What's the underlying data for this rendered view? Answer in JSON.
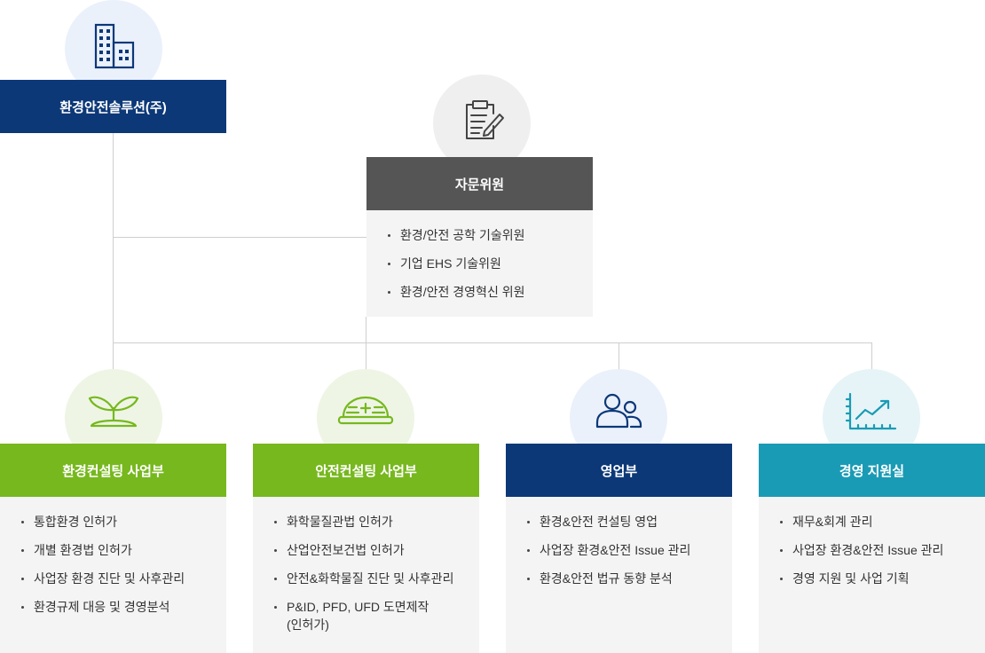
{
  "company": {
    "name": "환경안전솔루션(주)",
    "color": "#0c3878",
    "icon": "building-icon"
  },
  "advisory": {
    "title": "자문위원",
    "color": "#555555",
    "icon": "clipboard-pen-icon",
    "items": [
      "환경/안전 공학 기술위원",
      "기업 EHS 기술위원",
      "환경/안전 경영혁신 위원"
    ]
  },
  "divisions": [
    {
      "title": "환경컨설팅 사업부",
      "color": "#77b81e",
      "icon": "sprout-icon",
      "items": [
        "통합환경 인허가",
        "개별 환경법 인허가",
        "사업장 환경 진단 및 사후관리",
        "환경규제 대응 및 경영분석"
      ]
    },
    {
      "title": "안전컨설팅 사업부",
      "color": "#77b81e",
      "icon": "safety-helmet-icon",
      "items": [
        "화학물질관법 인허가",
        "산업안전보건법 인허가",
        "안전&화학물질 진단 및 사후관리",
        "P&ID, PFD, UFD 도면제작",
        "(인허가)"
      ]
    },
    {
      "title": "영업부",
      "color": "#0c3878",
      "icon": "users-icon",
      "items": [
        "환경&안전 컨설팅 영업",
        "사업장 환경&안전 Issue 관리",
        "환경&안전 법규 동향 분석"
      ]
    },
    {
      "title": "경영 지원실",
      "color": "#1a9bb5",
      "icon": "growth-chart-icon",
      "items": [
        "재무&회계 관리",
        "사업장 환경&안전 Issue 관리",
        "경영 지원 및 사업 기획"
      ]
    }
  ]
}
